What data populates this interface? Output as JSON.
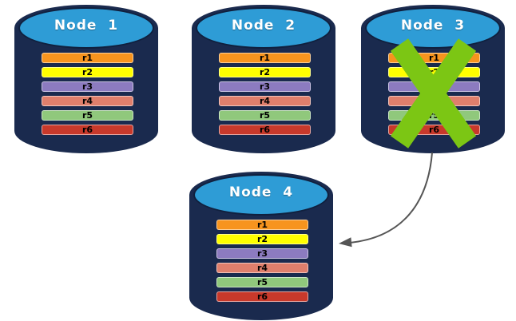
{
  "colors": {
    "cylinder_body": "#1A2A4E",
    "cylinder_top_face": "#2E9CD6",
    "node_label_text": "#FFFFFF",
    "replica_label_text": "#000000",
    "x_mark": "#7CC614",
    "arrow": "#555555"
  },
  "replica_colors": [
    "#F7941E",
    "#FFFF00",
    "#8C7BC0",
    "#DF7F6C",
    "#90C87C",
    "#C8392B"
  ],
  "nodes": [
    {
      "label": "Node  1",
      "crossed_out": false,
      "replicas": [
        "r1",
        "r2",
        "r3",
        "r4",
        "r5",
        "r6"
      ]
    },
    {
      "label": "Node  2",
      "crossed_out": false,
      "replicas": [
        "r1",
        "r2",
        "r3",
        "r4",
        "r5",
        "r6"
      ]
    },
    {
      "label": "Node  3",
      "crossed_out": true,
      "replicas": [
        "r1",
        "r2",
        "r3",
        "r4",
        "r5",
        "r6"
      ]
    },
    {
      "label": "Node  4",
      "crossed_out": false,
      "replicas": [
        "r1",
        "r2",
        "r3",
        "r4",
        "r5",
        "r6"
      ]
    }
  ],
  "arrow": {
    "from": "Node 3",
    "to": "Node 4"
  }
}
